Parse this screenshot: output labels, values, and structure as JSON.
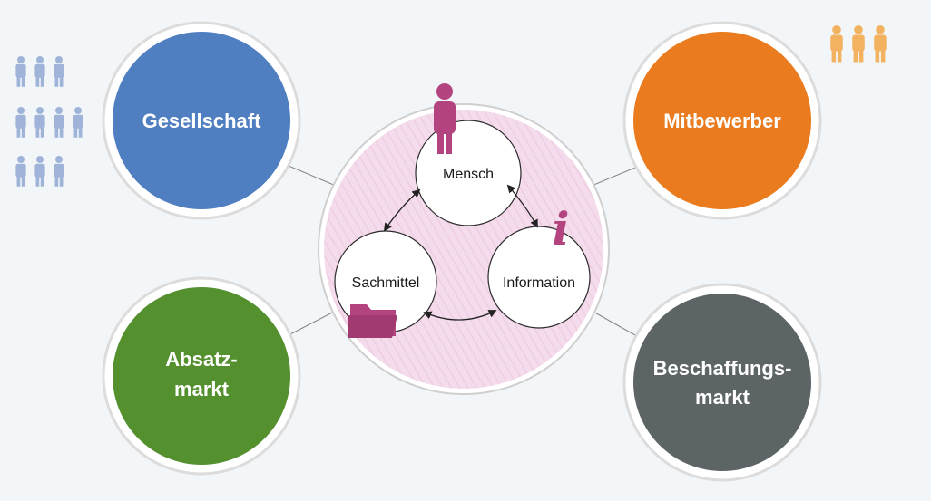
{
  "outer_nodes": {
    "top_left": {
      "label_lines": [
        "Gesellschaft"
      ],
      "color": "#4f7fc1",
      "icon": "people-group-icon"
    },
    "top_right": {
      "label_lines": [
        "Mitbewerber"
      ],
      "color": "#ea7b1e",
      "icon": "business-people-icon"
    },
    "bottom_left": {
      "label_lines": [
        "Absatz-",
        "markt"
      ],
      "color": "#54902e"
    },
    "bottom_right": {
      "label_lines": [
        "Beschaffungs-",
        "markt"
      ],
      "color": "#5d6466"
    }
  },
  "center": {
    "color": "#f2d7ea",
    "accent": "#b4447f",
    "nodes": {
      "mensch": {
        "label": "Mensch",
        "icon": "person-icon"
      },
      "sachmittel": {
        "label": "Sachmittel",
        "icon": "folder-icon"
      },
      "information": {
        "label": "Information",
        "icon": "info-icon"
      }
    }
  },
  "colors": {
    "people_left": "#9fb4d8",
    "people_right": "#f2b25f",
    "connector": "#8a8a8a"
  }
}
